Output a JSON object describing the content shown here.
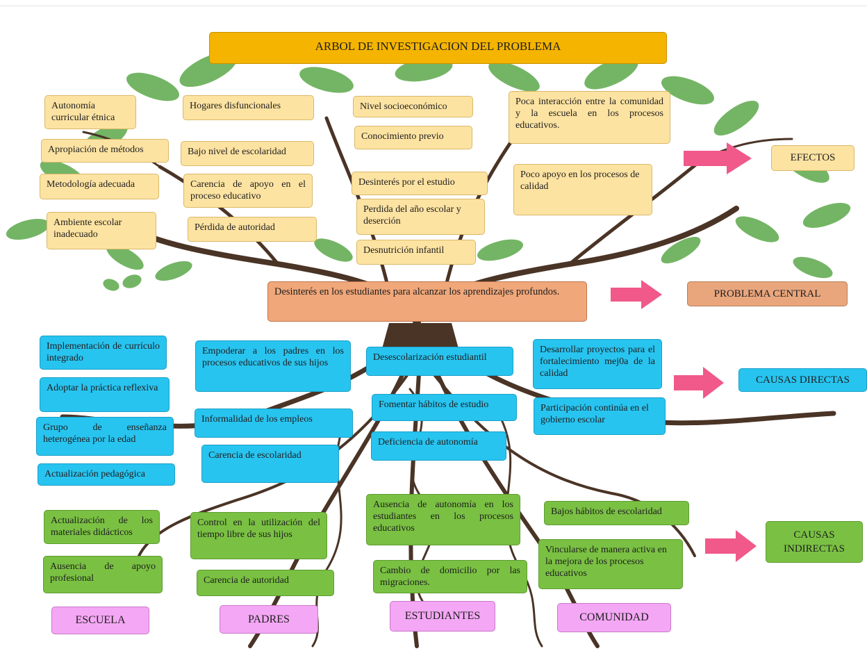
{
  "title": "ARBOL DE INVESTIGACION DEL PROBLEMA",
  "labels": {
    "efectos": "EFECTOS",
    "problema_central": "PROBLEMA CENTRAL",
    "causas_directas": "CAUSAS DIRECTAS",
    "causas_indirectas": "CAUSAS INDIRECTAS"
  },
  "effects": {
    "col1": [
      "Autonomía curricular étnica",
      "Apropiación de métodos",
      "Metodología adecuada",
      "Ambiente escolar inadecuado"
    ],
    "col2": [
      "Hogares disfuncionales",
      "Bajo nivel de escolaridad",
      "Carencia de apoyo en el proceso educativo",
      "Pérdida de autoridad"
    ],
    "col3": [
      "Nivel socioeconómico",
      "Conocimiento previo",
      "Desinterés por el estudio",
      "Perdida del año escolar y deserción",
      "Desnutrición infantil"
    ],
    "col4": [
      "Poca interacción entre la comunidad y la escuela en los procesos educativos.",
      "Poco apoyo en los procesos de calidad"
    ]
  },
  "central_problem": "Desinterés en los estudiantes para alcanzar los aprendizajes profundos.",
  "direct_causes": {
    "col1": [
      "Implementación de currículo integrado",
      "Adoptar la práctica reflexiva",
      "Grupo de enseñanza heterogénea por la edad",
      "Actualización pedagógica"
    ],
    "col2": [
      "Empoderar a los padres en los procesos educativos de sus hijos",
      "Informalidad de los empleos",
      "Carencia de escolaridad"
    ],
    "col3": [
      "Desescolarización estudiantil",
      "Fomentar hábitos de estudio",
      "Deficiencia de autonomía"
    ],
    "col4": [
      "Desarrollar proyectos para el fortalecimiento mej0a de la calidad",
      "Participación continúa en el gobierno escolar"
    ]
  },
  "indirect_causes": {
    "col1": [
      "Actualización de los materiales didácticos",
      "Ausencia de apoyo profesional"
    ],
    "col2": [
      "Control en la utilización del tiempo libre de sus hijos",
      "Carencia de autoridad"
    ],
    "col3": [
      "Ausencia de autonomía en los estudiantes en los procesos educativos",
      "Cambio de domicilio por las migraciones."
    ],
    "col4": [
      "Bajos hábitos de escolaridad",
      "Vincularse de manera activa en la mejora de los procesos educativos"
    ]
  },
  "categories": [
    "ESCUELA",
    "PADRES",
    "ESTUDIANTES",
    "COMUNIDAD"
  ],
  "colors": {
    "title": "#f5b400",
    "effects": "#fde3a2",
    "central_problem": "#f0a77a",
    "direct_causes": "#28c4f0",
    "indirect_causes": "#7ac143",
    "categories": "#f4a7f4",
    "arrows": "#f0598a",
    "leaves": "#5ba84a",
    "trunk": "#4a3426"
  },
  "icons": [
    "tree-illustration",
    "arrow-right-icon"
  ]
}
